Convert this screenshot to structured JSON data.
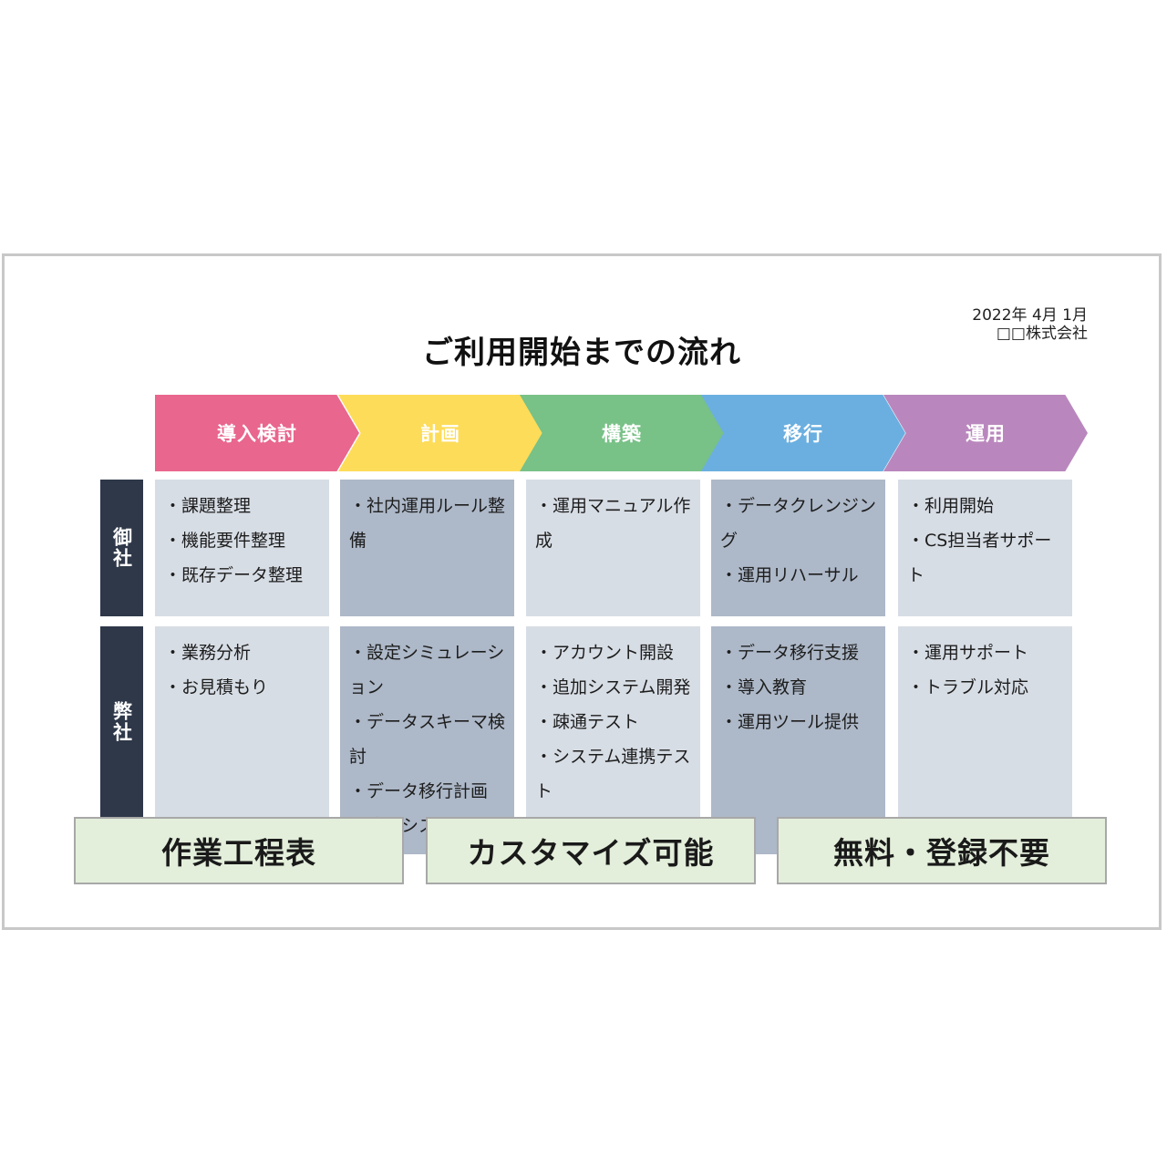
{
  "header": {
    "date": "2022年 4月 1月",
    "company": "□□株式会社",
    "title": "ご利用開始までの流れ"
  },
  "phases": [
    {
      "label": "導入検討",
      "color": "#e9668e"
    },
    {
      "label": "計画",
      "color": "#fddc59"
    },
    {
      "label": "構築",
      "color": "#78c187"
    },
    {
      "label": "移行",
      "color": "#6aafe0"
    },
    {
      "label": "運用",
      "color": "#b987bd"
    }
  ],
  "rows": [
    {
      "label": "御社",
      "cells": [
        {
          "items": [
            "・課題整理",
            "・機能要件整理",
            "・既存データ整理"
          ]
        },
        {
          "items": [
            "・社内運用ルール整備"
          ]
        },
        {
          "items": [
            "・運用マニュアル作成"
          ]
        },
        {
          "items": [
            "・データクレンジング",
            "・運用リハーサル"
          ]
        },
        {
          "items": [
            "・利用開始",
            "・CS担当者サポート"
          ]
        }
      ]
    },
    {
      "label": "弊社",
      "cells": [
        {
          "items": [
            "・業務分析",
            "・お見積もり"
          ]
        },
        {
          "items": [
            "・設定シミュレーション",
            "・データスキーマ検討",
            "・データ移行計画",
            "・追加システム検討"
          ]
        },
        {
          "items": [
            "・アカウント開設",
            "・追加システム開発",
            "・疎通テスト",
            "・システム連携テスト"
          ]
        },
        {
          "items": [
            "・データ移行支援",
            "・導入教育",
            "・運用ツール提供"
          ]
        },
        {
          "items": [
            "・運用サポート",
            "・トラブル対応"
          ]
        }
      ]
    }
  ],
  "badges": [
    "作業工程表",
    "カスタマイズ可能",
    "無料・登録不要"
  ],
  "colors": {
    "row_label_bg": "#2e3849",
    "cell_light": "#d7dde5",
    "cell_dark": "#adb8c8",
    "badge_bg": "#e3efdb"
  }
}
